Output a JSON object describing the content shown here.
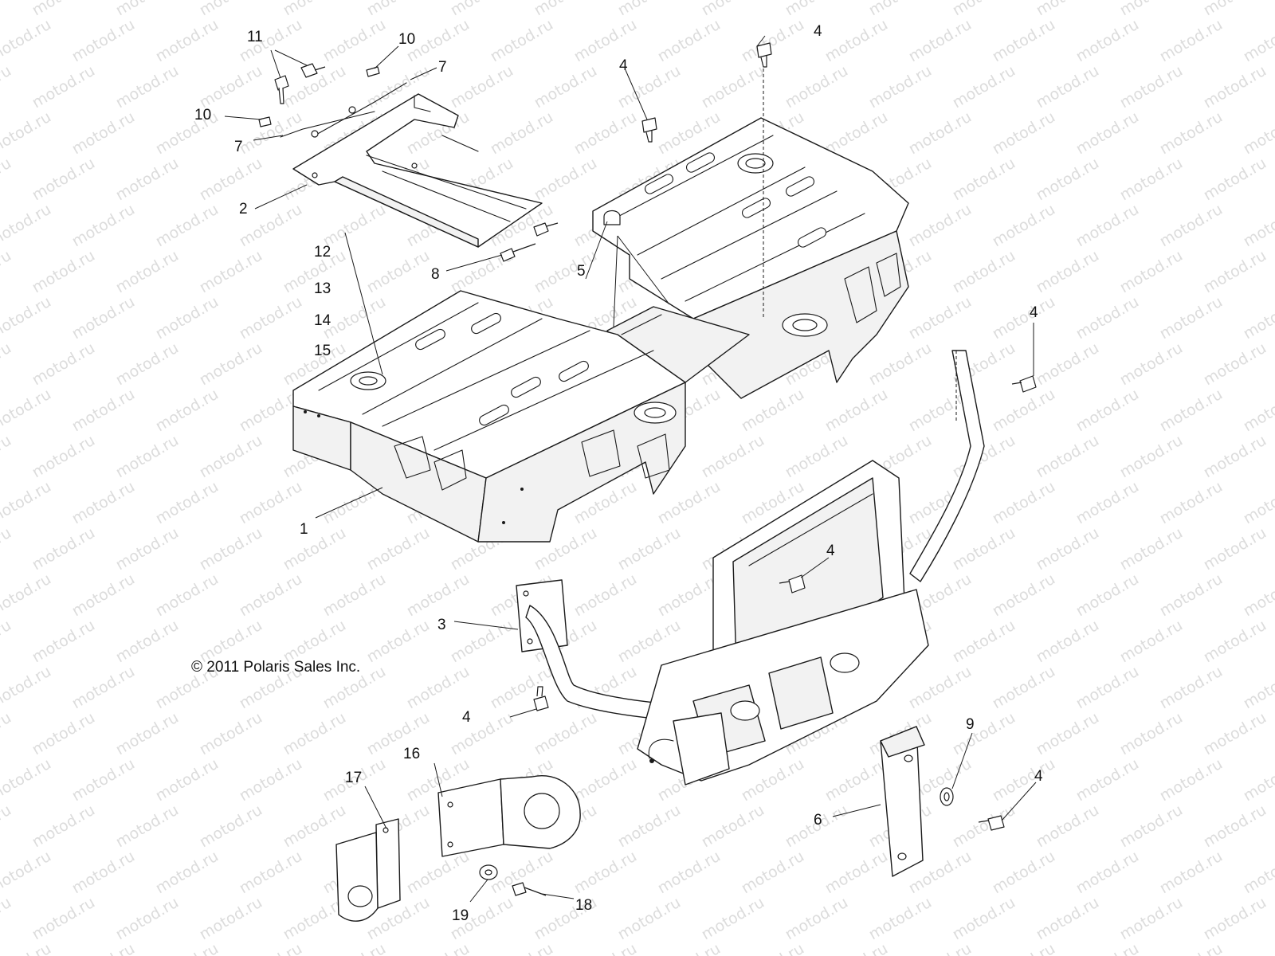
{
  "callouts": [
    {
      "id": "c11",
      "label": "11"
    },
    {
      "id": "c10a",
      "label": "10"
    },
    {
      "id": "c7a",
      "label": "7"
    },
    {
      "id": "c10b",
      "label": "10"
    },
    {
      "id": "c7b",
      "label": "7"
    },
    {
      "id": "c2",
      "label": "2"
    },
    {
      "id": "c12",
      "label": "12"
    },
    {
      "id": "c13",
      "label": "13"
    },
    {
      "id": "c14",
      "label": "14"
    },
    {
      "id": "c15",
      "label": "15"
    },
    {
      "id": "c8",
      "label": "8"
    },
    {
      "id": "c5",
      "label": "5"
    },
    {
      "id": "c4a",
      "label": "4"
    },
    {
      "id": "c4b",
      "label": "4"
    },
    {
      "id": "c4c",
      "label": "4"
    },
    {
      "id": "c4d",
      "label": "4"
    },
    {
      "id": "c4e",
      "label": "4"
    },
    {
      "id": "c4f",
      "label": "4"
    },
    {
      "id": "c1",
      "label": "1"
    },
    {
      "id": "c3",
      "label": "3"
    },
    {
      "id": "c9",
      "label": "9"
    },
    {
      "id": "c6",
      "label": "6"
    },
    {
      "id": "c16",
      "label": "16"
    },
    {
      "id": "c17",
      "label": "17"
    },
    {
      "id": "c19",
      "label": "19"
    },
    {
      "id": "c18",
      "label": "18"
    }
  ],
  "copyright": "© 2011 Polaris Sales Inc.",
  "watermark": "motod.ru"
}
